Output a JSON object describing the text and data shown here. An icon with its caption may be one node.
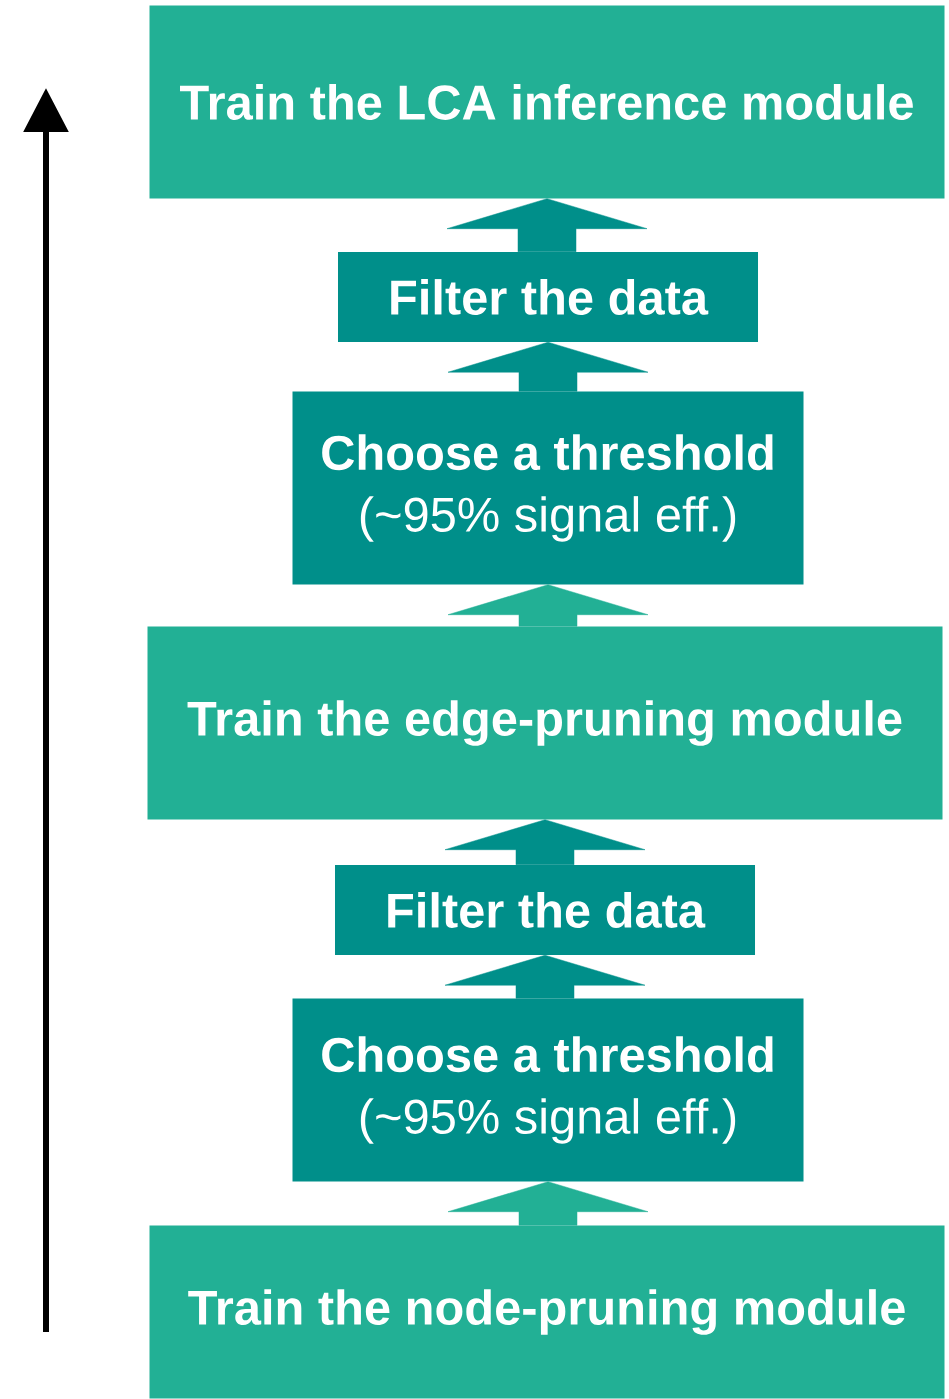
{
  "diagram": {
    "nodes": [
      {
        "text": [
          "Train the LCA inference module"
        ]
      },
      {
        "text": [
          "Filter the data"
        ]
      },
      {
        "text": [
          "Choose a threshold",
          "(~95% signal eff.)"
        ]
      },
      {
        "text": [
          "Train the edge-pruning module"
        ]
      },
      {
        "text": [
          "Filter the data"
        ]
      },
      {
        "text": [
          "Choose a threshold",
          "(~95% signal eff.)"
        ]
      },
      {
        "text": [
          "Train the node-pruning module"
        ]
      }
    ],
    "edges": [
      {
        "from": 6,
        "to": 5,
        "arrow": "to",
        "color": "#22b095"
      },
      {
        "from": 5,
        "to": 4,
        "arrow": "to"
      },
      {
        "from": 4,
        "to": 3,
        "arrow": "to"
      },
      {
        "from": 3,
        "to": 2,
        "arrow": "to",
        "color": "#22b095"
      },
      {
        "from": 2,
        "to": 1,
        "arrow": "to"
      },
      {
        "from": 1,
        "to": 0,
        "arrow": "to"
      }
    ]
  }
}
